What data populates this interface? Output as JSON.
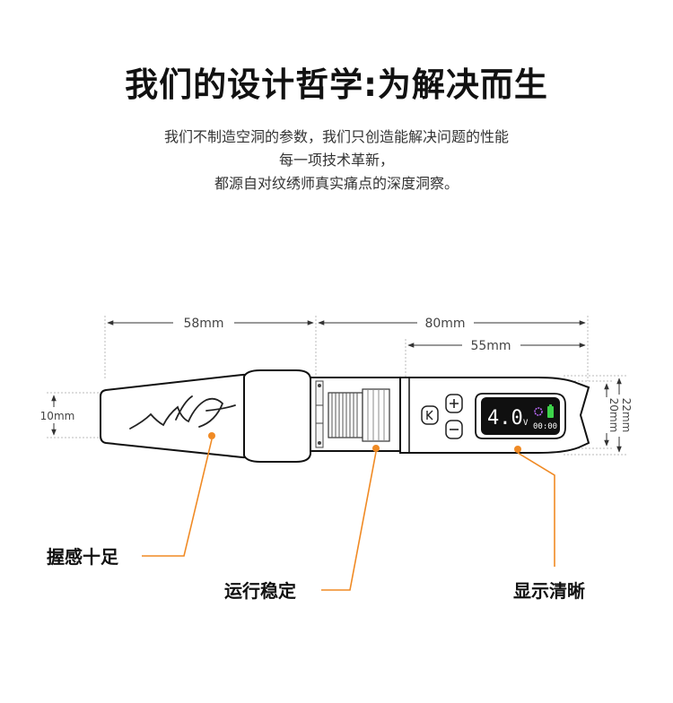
{
  "title": "我们的设计哲学:为解决而生",
  "intro": {
    "line1": "我们不制造空洞的参数，我们只创造能解决问题的性能",
    "line2": "每一项技术革新，",
    "line3": "都源自对纹绣师真实痛点的深度洞察。"
  },
  "dimensions": {
    "front_length": "58mm",
    "body_length": "80mm",
    "rear_length": "55mm",
    "tip_height": "10mm",
    "outer_height": "22mm",
    "inner_height": "20mm"
  },
  "screen": {
    "voltage": "4.0",
    "unit": "V",
    "timer": "00:00"
  },
  "callouts": {
    "grip": "握感十足",
    "stable": "运行稳定",
    "display": "显示清晰"
  },
  "colors": {
    "accent": "#f08a24",
    "outline": "#111111",
    "battery": "#3dd34a"
  }
}
